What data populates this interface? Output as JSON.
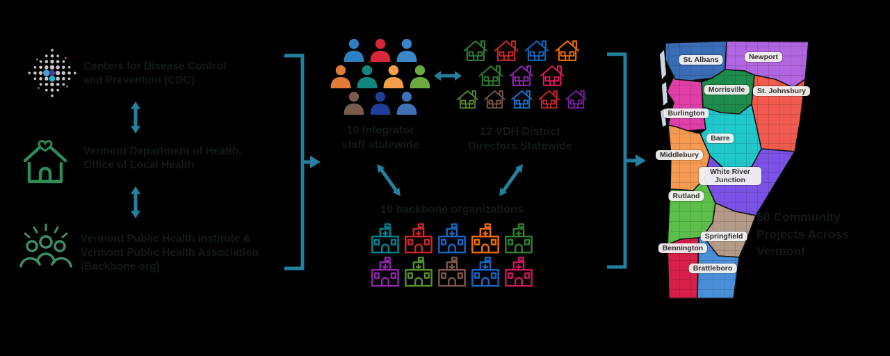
{
  "background": "#000000",
  "accent_teal": "#24809f",
  "left_column": {
    "cdc": {
      "icon": "cdc-dot-cross-icon",
      "line1": "Centers for Disease Control",
      "line2": "and Prevention (CDC)"
    },
    "vdh": {
      "icon": "house-heart-icon",
      "line1": "Vermont Department of Health,",
      "line2": "Office of Local Health"
    },
    "vtphi": {
      "icon": "people-rays-icon",
      "line1": "Vermont Public Health Institute &",
      "line2": "Vermont Public Health Association",
      "line3": "(Backbone org)"
    }
  },
  "center": {
    "staff_label": {
      "line1": "10 Integrator",
      "line2": "staff statewide"
    },
    "staff_icon": "person-icon",
    "staff_colors": [
      "#2d7fc1",
      "#d62839",
      "#3a86c8",
      "#e07b39",
      "#11867f",
      "#f49e4c",
      "#6aaa3f",
      "#7a5c4f",
      "#1f3f99",
      "#3f6fb5"
    ],
    "districts_label": {
      "line1": "12 VDH District",
      "line2": "Directors Statewide"
    },
    "district_icon": "house-icon",
    "house_colors": [
      "#2e7d32",
      "#c62828",
      "#1565c0",
      "#ef6c00",
      "#2e7d32",
      "#8e24aa",
      "#d81b60",
      "#558b2f",
      "#795548",
      "#1976d2",
      "#c62828",
      "#7b1fa2"
    ],
    "backbone_label": "10 backbone organizations",
    "backbone_icon": "building-icon",
    "org_colors": [
      "#00838f",
      "#c62828",
      "#1565c0",
      "#ef6c00",
      "#2e7d32",
      "#8e24aa",
      "#558b2f",
      "#795548",
      "#1565c0",
      "#c2185b"
    ]
  },
  "map": {
    "caption": {
      "line1": "50 Community",
      "line2": "Projects Across",
      "line3": "Vermont"
    },
    "districts": [
      {
        "name": "St. Albans",
        "color": "#3a6db5"
      },
      {
        "name": "Newport",
        "color": "#b265e0"
      },
      {
        "name": "Morrisville",
        "color": "#1e8c4a"
      },
      {
        "name": "St. Johnsbury",
        "color": "#f05a4f"
      },
      {
        "name": "Burlington",
        "color": "#e03fa8"
      },
      {
        "name": "Barre",
        "color": "#20c8cc"
      },
      {
        "name": "Middlebury",
        "color": "#f59a50"
      },
      {
        "name": "White River Junction",
        "color": "#7b52e6"
      },
      {
        "name": "Rutland",
        "color": "#5bbf4a"
      },
      {
        "name": "Springfield",
        "color": "#b39b88"
      },
      {
        "name": "Bennington",
        "color": "#d6204a"
      },
      {
        "name": "Brattleboro",
        "color": "#4a90d8"
      }
    ]
  }
}
